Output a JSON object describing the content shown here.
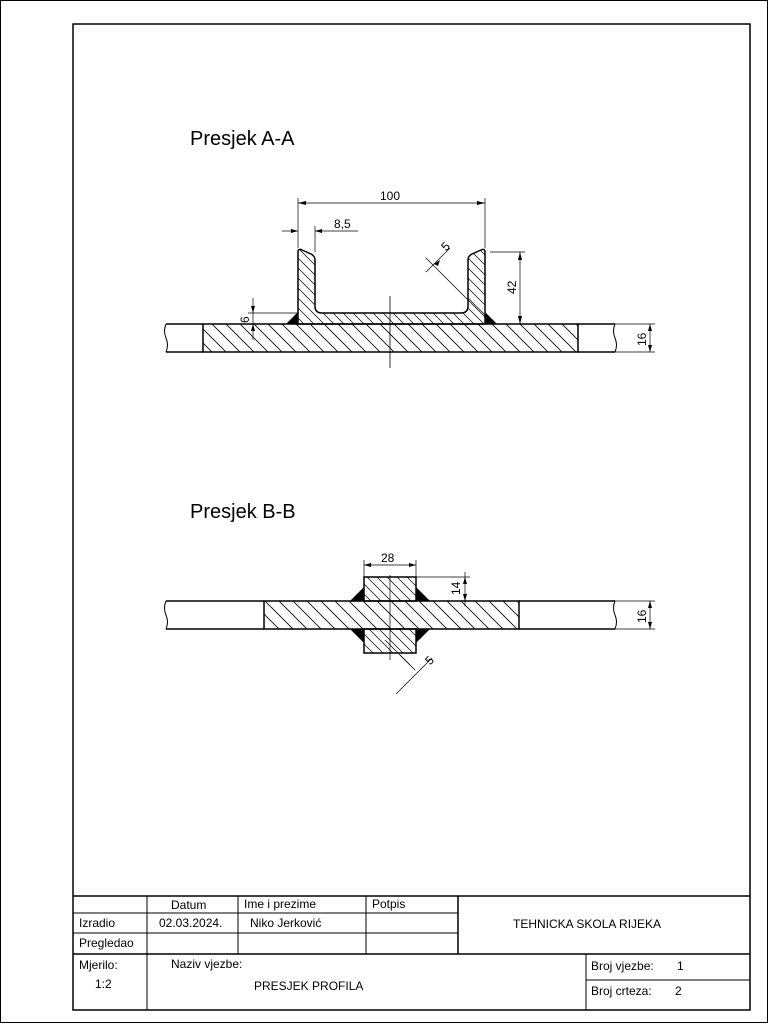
{
  "sections": {
    "a": {
      "title": "Presjek A-A",
      "dims": {
        "width": "100",
        "web": "8,5",
        "weld": "5",
        "height": "42",
        "flange": "6",
        "plate": "16"
      }
    },
    "b": {
      "title": "Presjek B-B",
      "dims": {
        "width": "28",
        "height": "14",
        "weld": "5",
        "plate": "16"
      }
    }
  },
  "title_block": {
    "col_datum": "Datum",
    "col_ime": "Ime i prezime",
    "col_potpis": "Potpis",
    "izradio_label": "Izradio",
    "izradio_datum": "02.03.2024.",
    "izradio_ime": "Niko Jerković",
    "pregledao_label": "Pregledao",
    "school": "TEHNICKA SKOLA RIJEKA",
    "mjerilo_label": "Mjerilo:",
    "mjerilo_value": "1:2",
    "naziv_label": "Naziv vjezbe:",
    "naziv_value": "PRESJEK PROFILA",
    "broj_vjezbe_label": "Broj vjezbe:",
    "broj_vjezbe_value": "1",
    "broj_crteza_label": "Broj crteza:",
    "broj_crteza_value": "2"
  }
}
